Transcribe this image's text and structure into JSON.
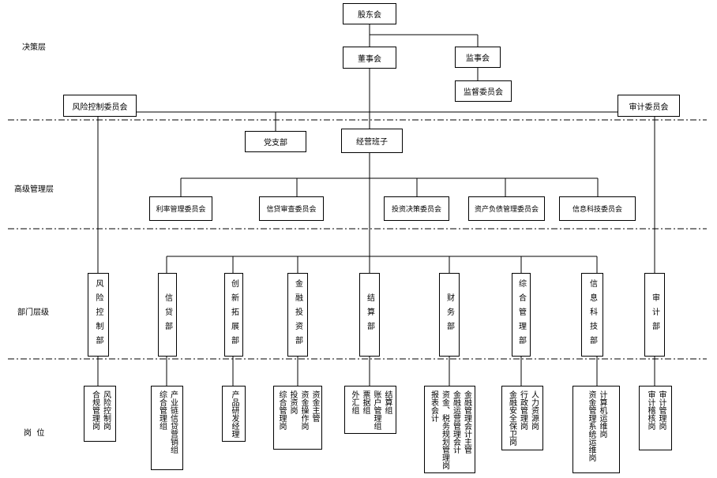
{
  "layers": {
    "decision": "决策层",
    "senior": "高级管理层",
    "department": "部门层级",
    "posts": "岗  位"
  },
  "top": {
    "shareholders": "股东会",
    "board": "董事会",
    "supervisors": "监事会",
    "supervisory_committee": "监督委员会",
    "risk_committee": "风险控制委员会",
    "audit_committee": "审计委员会",
    "party_branch": "党支部",
    "management_team": "经营班子"
  },
  "committees": [
    "利率管理委员会",
    "信贷审查委员会",
    "投资决策委员会",
    "资产负债管理委员会",
    "信息科技委员会"
  ],
  "departments": [
    "风险控制部",
    "信贷部",
    "创新拓展部",
    "金融投资部",
    "结算部",
    "财务部",
    "综合管理部",
    "信息科技部",
    "审计部"
  ],
  "posts": [
    [
      "风险控制岗",
      "合规管理岗"
    ],
    [
      "产业链信贷营销组",
      "综合管理组"
    ],
    [
      "产品研发经理"
    ],
    [
      "资金主管",
      "资金操作岗",
      "投资岗",
      "综合管理岗"
    ],
    [
      "结算组",
      "账户管理组",
      "票据组",
      "外汇组"
    ],
    [
      "金融管理会计主管",
      "金融运营管理会计",
      "资金、税务规划管理岗",
      "报表会计"
    ],
    [
      "人力资源岗",
      "行政管理岗",
      "金融安全保卫岗"
    ],
    [
      "计算机运维岗",
      "资金管理系统运维岗"
    ],
    [
      "审计管理岗",
      "审计稽核岗"
    ]
  ]
}
